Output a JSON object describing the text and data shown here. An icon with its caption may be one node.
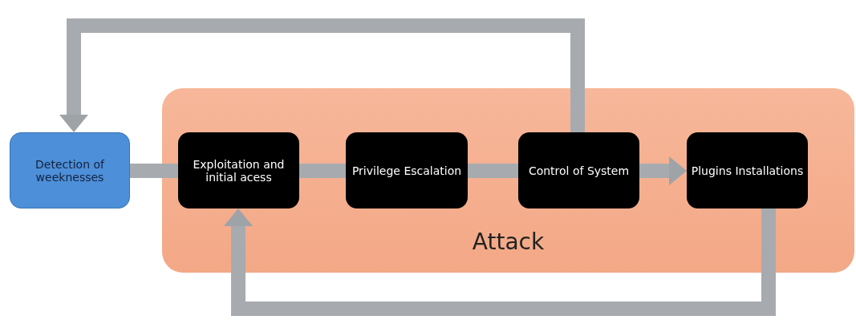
{
  "diagram": {
    "nodes": [
      {
        "text": [
          "Attack"
        ]
      },
      {
        "text": [
          "Detection of weeknesses"
        ]
      },
      {
        "text": [
          "Exploitation and initial acess"
        ],
        "in": 0
      },
      {
        "text": [
          "Privilege Escalation"
        ],
        "in": 0
      },
      {
        "text": [
          "Control of System"
        ],
        "in": 0
      },
      {
        "text": [
          "Plugins Installations"
        ],
        "in": 0
      }
    ],
    "edges": [
      {
        "from": 1,
        "to": 2,
        "arrow": "none"
      },
      {
        "from": 2,
        "to": 3,
        "arrow": "none"
      },
      {
        "from": 3,
        "to": 4,
        "arrow": "none"
      },
      {
        "from": 4,
        "to": 5,
        "arrow": "to"
      },
      {
        "from": 4,
        "to": 1,
        "arrow": "to"
      },
      {
        "from": 5,
        "to": 2,
        "arrow": "to"
      }
    ]
  }
}
